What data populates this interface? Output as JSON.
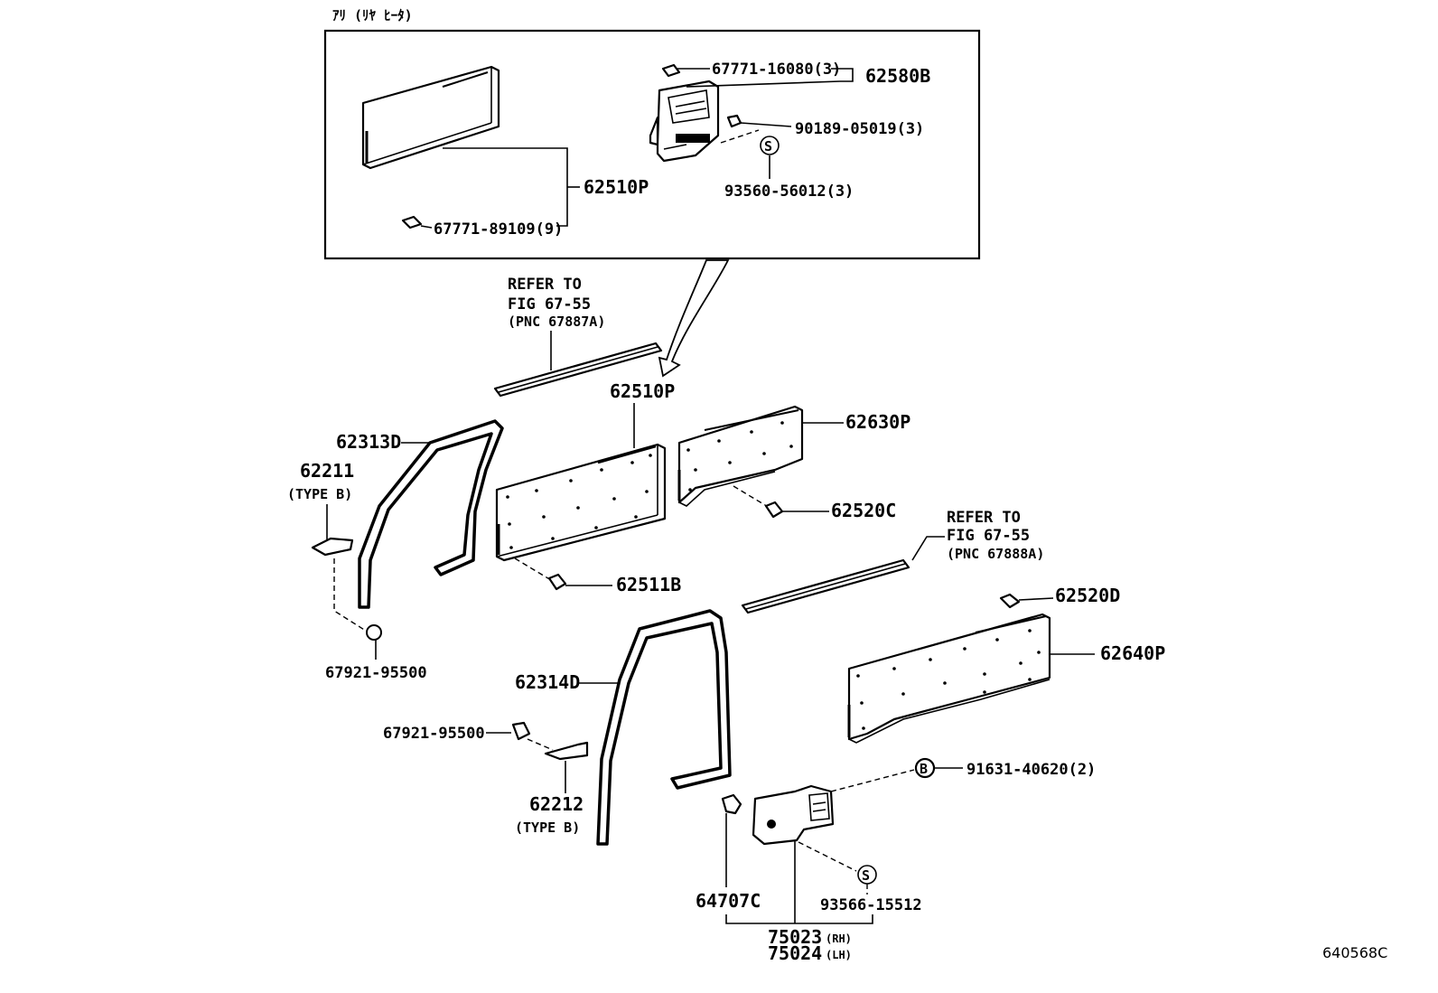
{
  "header_note": "ｱﾘ (ﾘﾔ ﾋｰﾀ)",
  "figure_code": "640568C",
  "inset": {
    "part_62580B": "62580B",
    "part_67771_16080": "67771-16080(3)",
    "part_90189_05019": "90189-05019(3)",
    "part_93560_56012": "93560-56012(3)",
    "part_62510P": "62510P",
    "part_67771_89109": "67771-89109(9)",
    "symbol_s": "S"
  },
  "refer_upper": {
    "line1": "REFER TO",
    "line2": "FIG 67-55",
    "line3": "(PNC 67887A)"
  },
  "refer_lower": {
    "line1": "REFER TO",
    "line2": "FIG 67-55",
    "line3": "(PNC 67888A)"
  },
  "parts": {
    "p62510P": "62510P",
    "p62630P": "62630P",
    "p62313D": "62313D",
    "p62211": "62211",
    "type_b_1": "(TYPE B)",
    "p62520C": "62520C",
    "p62511B": "62511B",
    "p67921_95500_a": "67921-95500",
    "p62520D": "62520D",
    "p62640P": "62640P",
    "p62314D": "62314D",
    "p67921_95500_b": "67921-95500",
    "p62212": "62212",
    "type_b_2": "(TYPE B)",
    "p91631_40620": "91631-40620(2)",
    "symbol_b": "B",
    "p64707C": "64707C",
    "p93566_15512": "93566-15512",
    "symbol_s2": "S",
    "p75023": "75023",
    "rh": "(RH)",
    "p75024": "75024",
    "lh": "(LH)"
  }
}
